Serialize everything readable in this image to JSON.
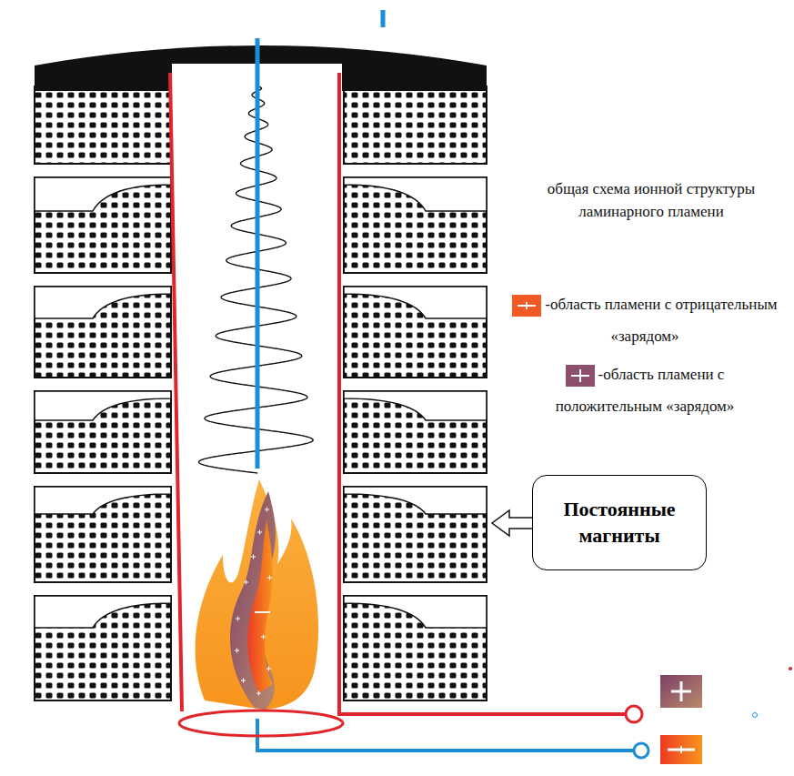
{
  "diagram": {
    "title": "общая схема ионной структуры ламинарного пламени",
    "nodes": [
      {
        "text": [
          "Постоянные магниты"
        ]
      }
    ],
    "legend": [
      {
        "text": "-область пламени с отрицательным «зарядом»",
        "color": "#f15a24"
      },
      {
        "text": "-область пламени с положительным «зарядом»",
        "color": "#8c4f6e"
      }
    ]
  }
}
